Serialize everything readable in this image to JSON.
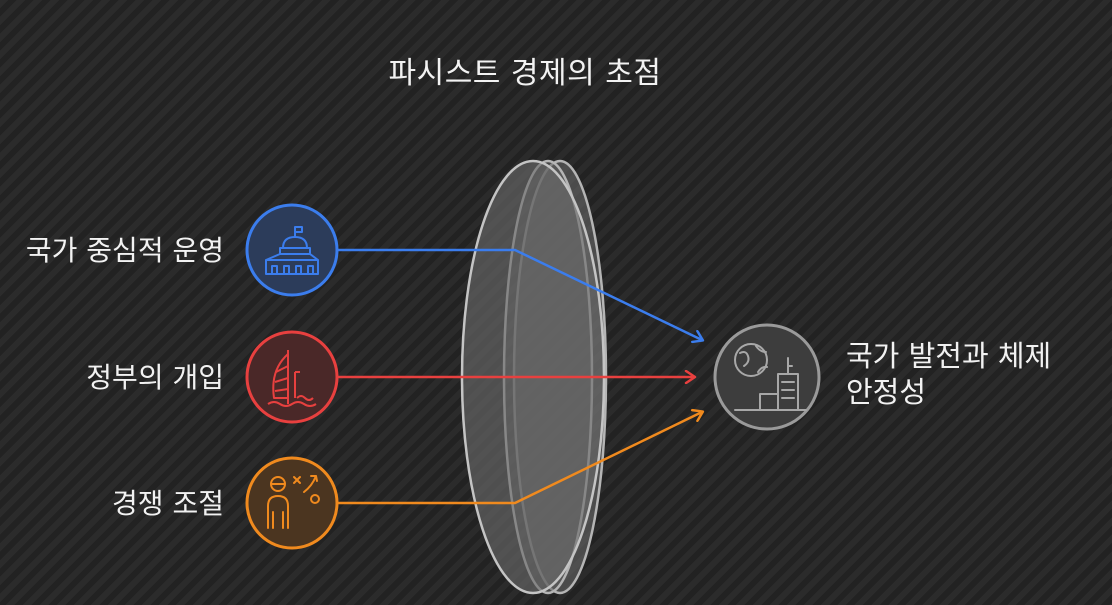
{
  "title": "파시스트 경제의 초점",
  "inputs": [
    {
      "label": "국가 중심적 운영",
      "icon": "government-building-icon",
      "color": "#3b7ded"
    },
    {
      "label": "정부의 개입",
      "icon": "sail-tower-icon",
      "color": "#e8403f"
    },
    {
      "label": "경쟁 조절",
      "icon": "strategy-person-icon",
      "color": "#f08a1e"
    }
  ],
  "output": {
    "line1": "국가 발전과 체제",
    "line2": "안정성",
    "icon": "globe-city-icon",
    "color": "#9a9a9a"
  },
  "lens": {
    "icon": "lens-shape"
  }
}
